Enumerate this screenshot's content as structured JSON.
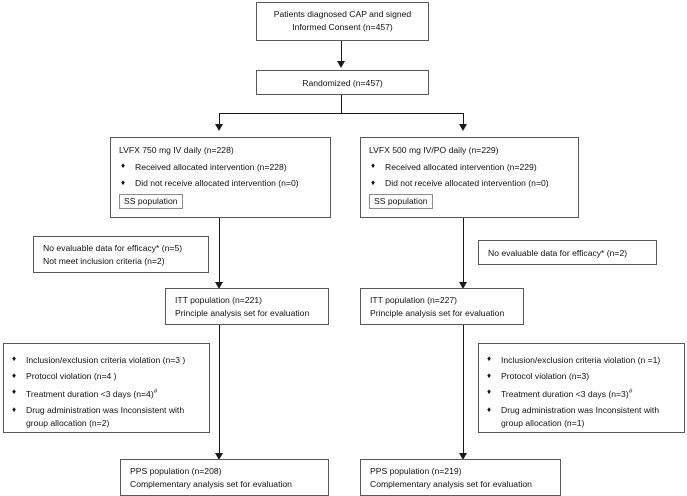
{
  "diagram": {
    "title": "CONSORT participant flow diagram",
    "bullet_glyph": "♦",
    "footnote_marker": "#",
    "efficacy_marker": "*"
  },
  "nodes": {
    "enrollment": {
      "line1": "Patients diagnosed CAP and signed",
      "line2": "Informed Consent (n=457)"
    },
    "randomized": {
      "line1": "Randomized (n=457)"
    },
    "arm_left": {
      "heading": "LVFX 750 mg IV daily (n=228)",
      "bullets": [
        "Received allocated intervention (n=228)",
        "Did not receive allocated intervention (n=0)"
      ],
      "tag": "SS population"
    },
    "arm_right": {
      "heading": "LVFX 500 mg IV/PO daily (n=229)",
      "bullets": [
        "Received allocated intervention (n=229)",
        "Did not receive allocated intervention (n=0)"
      ],
      "tag": "SS population"
    },
    "exclusion_left_itt": {
      "line1": "No evaluable data for efficacy* (n=5)",
      "line2": "Not meet inclusion criteria (n=2)"
    },
    "exclusion_right_itt": {
      "line1": "No evaluable data for efficacy* (n=2)"
    },
    "itt_left": {
      "line1": "ITT population (n=221)",
      "line2": "Principle analysis set for evaluation"
    },
    "itt_right": {
      "line1": "ITT population (n=227)",
      "line2": "Principle analysis set for evaluation"
    },
    "exclusion_left_pps": {
      "bullets": [
        "Inclusion/exclusion criteria violation (n=3 )",
        "Protocol violation (n=4 )",
        "Treatment duration <3 days (n=4)",
        "Drug administration was Inconsistent with"
      ],
      "last_continuation": "group allocation (n=2)",
      "sup_on_index": 2
    },
    "exclusion_right_pps": {
      "bullets": [
        "Inclusion/exclusion criteria violation (n =1)",
        "Protocol violation (n=3)",
        "Treatment duration <3 days (n=3)",
        "Drug administration was Inconsistent with"
      ],
      "last_continuation": "group allocation (n=1)",
      "sup_on_index": 2
    },
    "pps_left": {
      "line1": "PPS population (n=208)",
      "line2": "Complementary analysis set for evaluation"
    },
    "pps_right": {
      "line1": "PPS population (n=219)",
      "line2": "Complementary analysis set for evaluation"
    }
  }
}
